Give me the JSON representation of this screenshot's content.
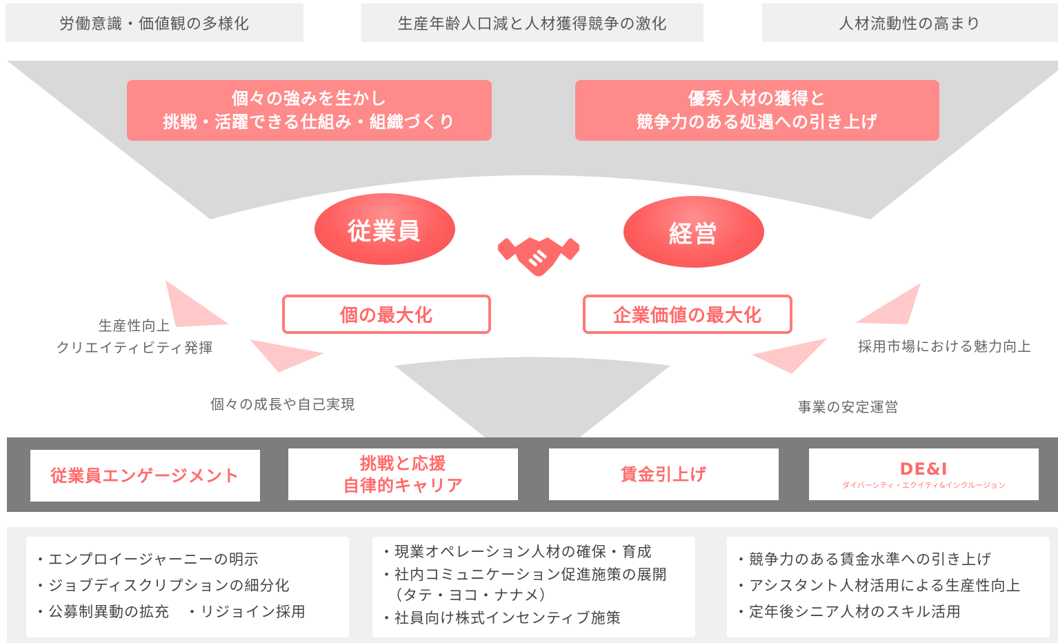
{
  "context": {
    "items": [
      "労働意識・価値観の多様化",
      "生産年齢人口減と人材獲得競争の激化",
      "人材流動性の高まり"
    ]
  },
  "themes": {
    "left": {
      "line1": "個々の強みを生かし",
      "line2": "挑戦・活躍できる仕組み・組織づくり"
    },
    "right": {
      "line1": "優秀人材の獲得と",
      "line2": "競争力のある処遇への引き上げ"
    }
  },
  "parties": {
    "employee": "従業員",
    "management": "経営"
  },
  "handshake_icon": "handshake-icon",
  "outcomes": {
    "employee": "個の最大化",
    "management": "企業価値の最大化"
  },
  "benefits": {
    "left_line1": "生産性向上",
    "left_line2": "クリエイティビティ発揮",
    "left_bottom": "個々の成長や自己実現",
    "right_top": "採用市場における魅力向上",
    "right_bottom": "事業の安定運営"
  },
  "pillars": [
    {
      "line1": "従業員エンゲージメント",
      "line2": "",
      "sub": ""
    },
    {
      "line1": "挑戦と応援",
      "line2": "自律的キャリア",
      "sub": ""
    },
    {
      "line1": "賃金引上げ",
      "line2": "",
      "sub": ""
    },
    {
      "line1": "DE&I",
      "line2": "",
      "sub": "ダイバーシティ・エクイティ&インクルージョン"
    }
  ],
  "measures": {
    "card1": [
      "・エンプロイージャーニーの明示",
      "・ジョブディスクリプションの細分化",
      "・公募制異動の拡充　・リジョイン採用"
    ],
    "card2": [
      "・現業オペレーション人材の確保・育成",
      "・社内コミュニケーション促進施策の展開",
      "（タテ・ヨコ・ナナメ）",
      "・社員向け株式インセンティブ施策"
    ],
    "card3": [
      "・競争力のある賃金水準への引き上げ",
      "・アシスタント人材活用による生産性向上",
      "・定年後シニア人材のスキル活用"
    ]
  },
  "colors": {
    "accent": "#ff7a7a",
    "accent_fill": "#ff8a8a",
    "funnel": "#d9d9d9",
    "band": "#7d7d7d",
    "context_bg": "#f0f0f0"
  }
}
